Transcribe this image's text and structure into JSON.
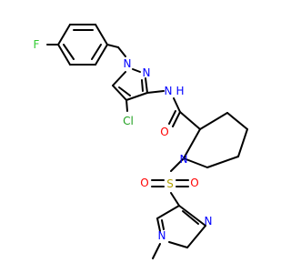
{
  "molecule": {
    "atom_labels": {
      "fluorine": "F",
      "pyrazole_n1": "N",
      "pyrazole_n2": "N",
      "chlorine": "Cl",
      "amide_n": "N",
      "amide_h": "H",
      "carbonyl_o": "O",
      "piperidine_n": "N",
      "sulfur": "S",
      "sulfonyl_o_left": "O",
      "sulfonyl_o_right": "O",
      "methylpyrazole_n1": "N",
      "methylpyrazole_n2": "N"
    },
    "colors": {
      "bond": "#000000",
      "fluorine": "#33cc33",
      "chlorine": "#1fa01f",
      "nitrogen": "#0000ff",
      "oxygen": "#ff0000",
      "sulfur": "#b3a200"
    }
  }
}
